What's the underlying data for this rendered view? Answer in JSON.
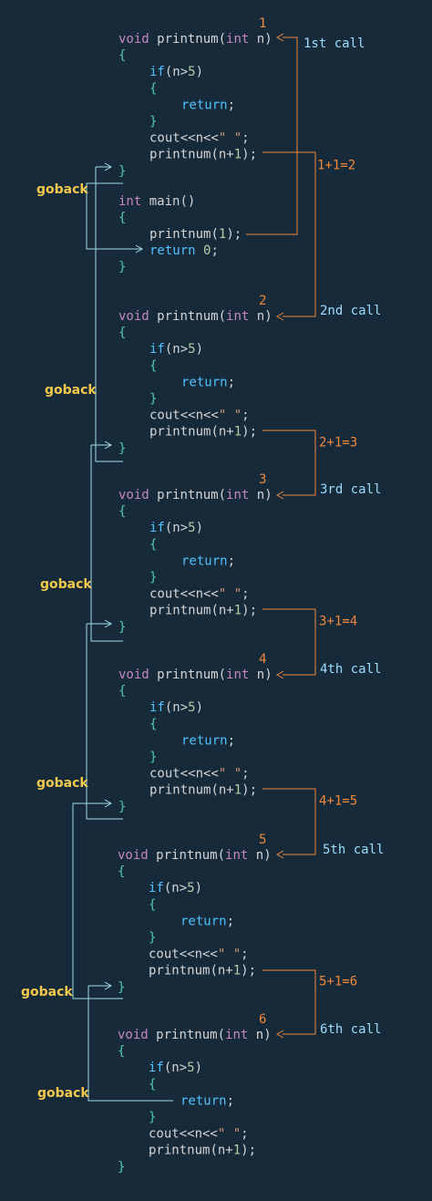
{
  "colors": {
    "background": "#172a3a",
    "keyword": "#c586c0",
    "identifier": "#d4d4d4",
    "type": "#569cd6",
    "control": "#4fc1ff",
    "brace": "#4ec9b0",
    "number": "#b5cea8",
    "string": "#ce9178",
    "call_label": "#9cdcfe",
    "orange": "#f0883e",
    "goback": "#f2c94c",
    "line_cyan": "#9fdcea"
  },
  "code": {
    "func_signature": "void printnum(int n)",
    "open_brace": "{",
    "close_brace": "}",
    "if_line": "if(n>5)",
    "return_line": "return;",
    "cout_line": "cout<<n<<\" \";",
    "recursive_call": "printnum(n+1);",
    "main_signature": "int main()",
    "main_call": "printnum(1);",
    "main_return": "return 0;"
  },
  "calls": [
    {
      "index": "1",
      "call_label": "1st call",
      "arith": "1+1=2"
    },
    {
      "index": "2",
      "call_label": "2nd call",
      "arith": "2+1=3"
    },
    {
      "index": "3",
      "call_label": "3rd call",
      "arith": "3+1=4"
    },
    {
      "index": "4",
      "call_label": "4th call",
      "arith": "4+1=5"
    },
    {
      "index": "5",
      "call_label": "5th call",
      "arith": "5+1=6"
    },
    {
      "index": "6",
      "call_label": "6th call",
      "arith": ""
    }
  ],
  "goback_label": "goback",
  "goback_count": 6
}
